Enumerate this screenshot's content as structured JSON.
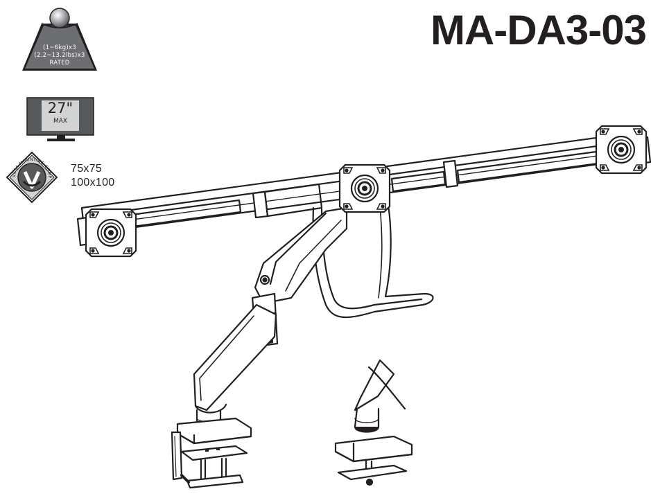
{
  "document": {
    "model": "MA-DA3-03"
  },
  "weight_badge": {
    "line1": "(1~6kg)x3",
    "line2": "(2.2~13.2lbs)x3",
    "line3": "RATED",
    "icon": "weight-icon",
    "fill_color": "#6d6e71"
  },
  "size_badge": {
    "value": "27\"",
    "unit": "MAX",
    "icon": "monitor-icon",
    "frame_color": "#58595b"
  },
  "vesa_badge": {
    "seal_text": "VESA MOUNTING COMPLIANT",
    "icon": "vesa-seal-icon",
    "patterns": [
      "75x75",
      "100x100"
    ]
  },
  "illustration": {
    "icon": "triple-monitor-arm-drawing"
  }
}
